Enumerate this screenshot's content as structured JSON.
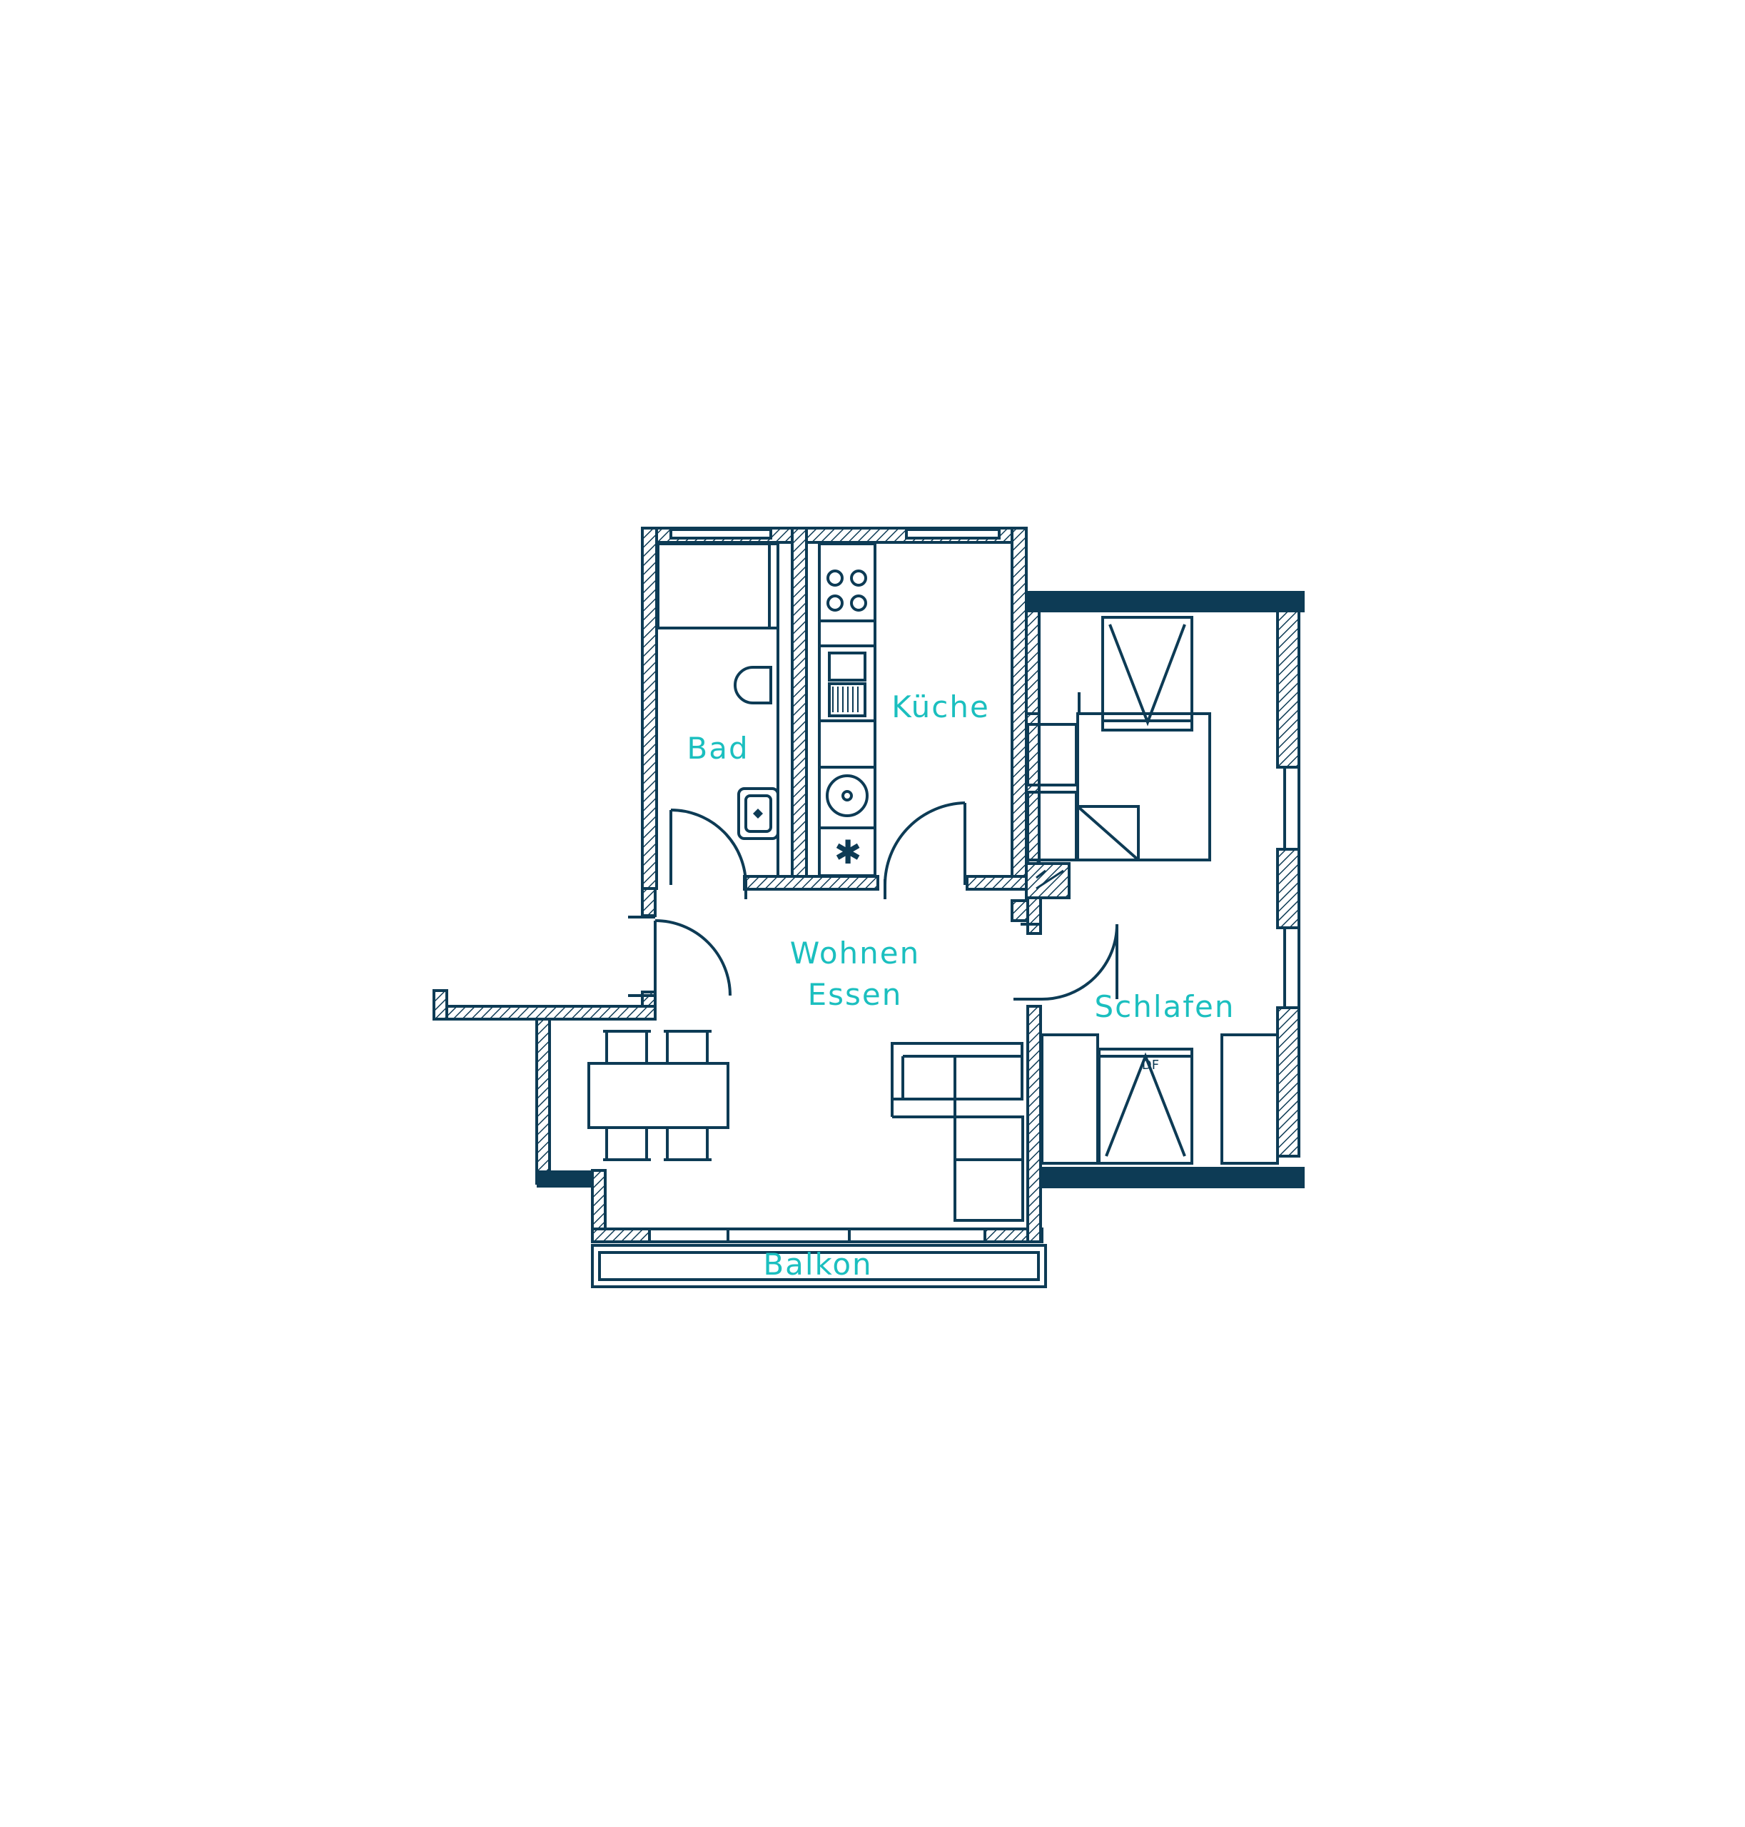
{
  "colors": {
    "wall": "#0d3b55",
    "label": "#1bbfbf",
    "background": "#ffffff"
  },
  "rooms": {
    "bad": "Bad",
    "kueche": "Küche",
    "wohnen_line1": "Wohnen",
    "wohnen_line2": "Essen",
    "schlafen": "Schlafen",
    "balkon": "Balkon"
  },
  "annotations": {
    "df": "DF"
  }
}
